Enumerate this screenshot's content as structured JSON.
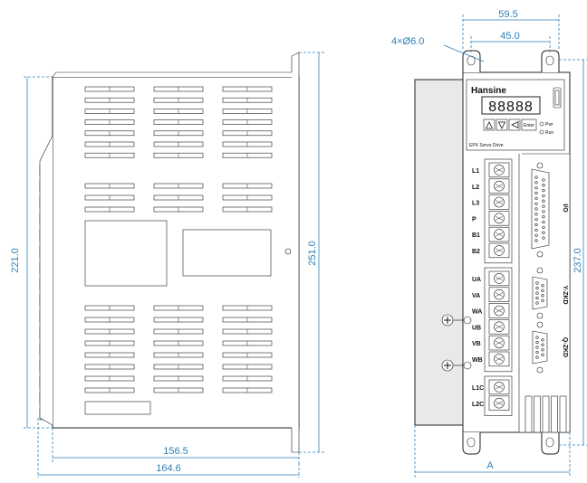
{
  "dimensions": {
    "height_left": "221.0",
    "height_middle": "251.0",
    "width_inner": "156.5",
    "width_outer": "164.6",
    "top_width_outer": "59.5",
    "top_width_inner": "45.0",
    "holes": "4×Ø6.0",
    "height_right": "237.0",
    "bottom_width": "A"
  },
  "panel": {
    "brand": "Hansine",
    "display": "88888",
    "enter_label": "Enter",
    "model": "EPX Servo Drive",
    "led_pwr": "Pwr",
    "led_run": "Run"
  },
  "terminals": {
    "power": [
      "L1",
      "L2",
      "L3",
      "P",
      "B1",
      "B2"
    ],
    "motor": [
      "UA",
      "VA",
      "WA",
      "UB",
      "VB",
      "WB"
    ],
    "control": [
      "L1C",
      "L2C"
    ]
  },
  "connectors": [
    "I/O",
    "Y-ZKD",
    "Q-ZKD"
  ]
}
